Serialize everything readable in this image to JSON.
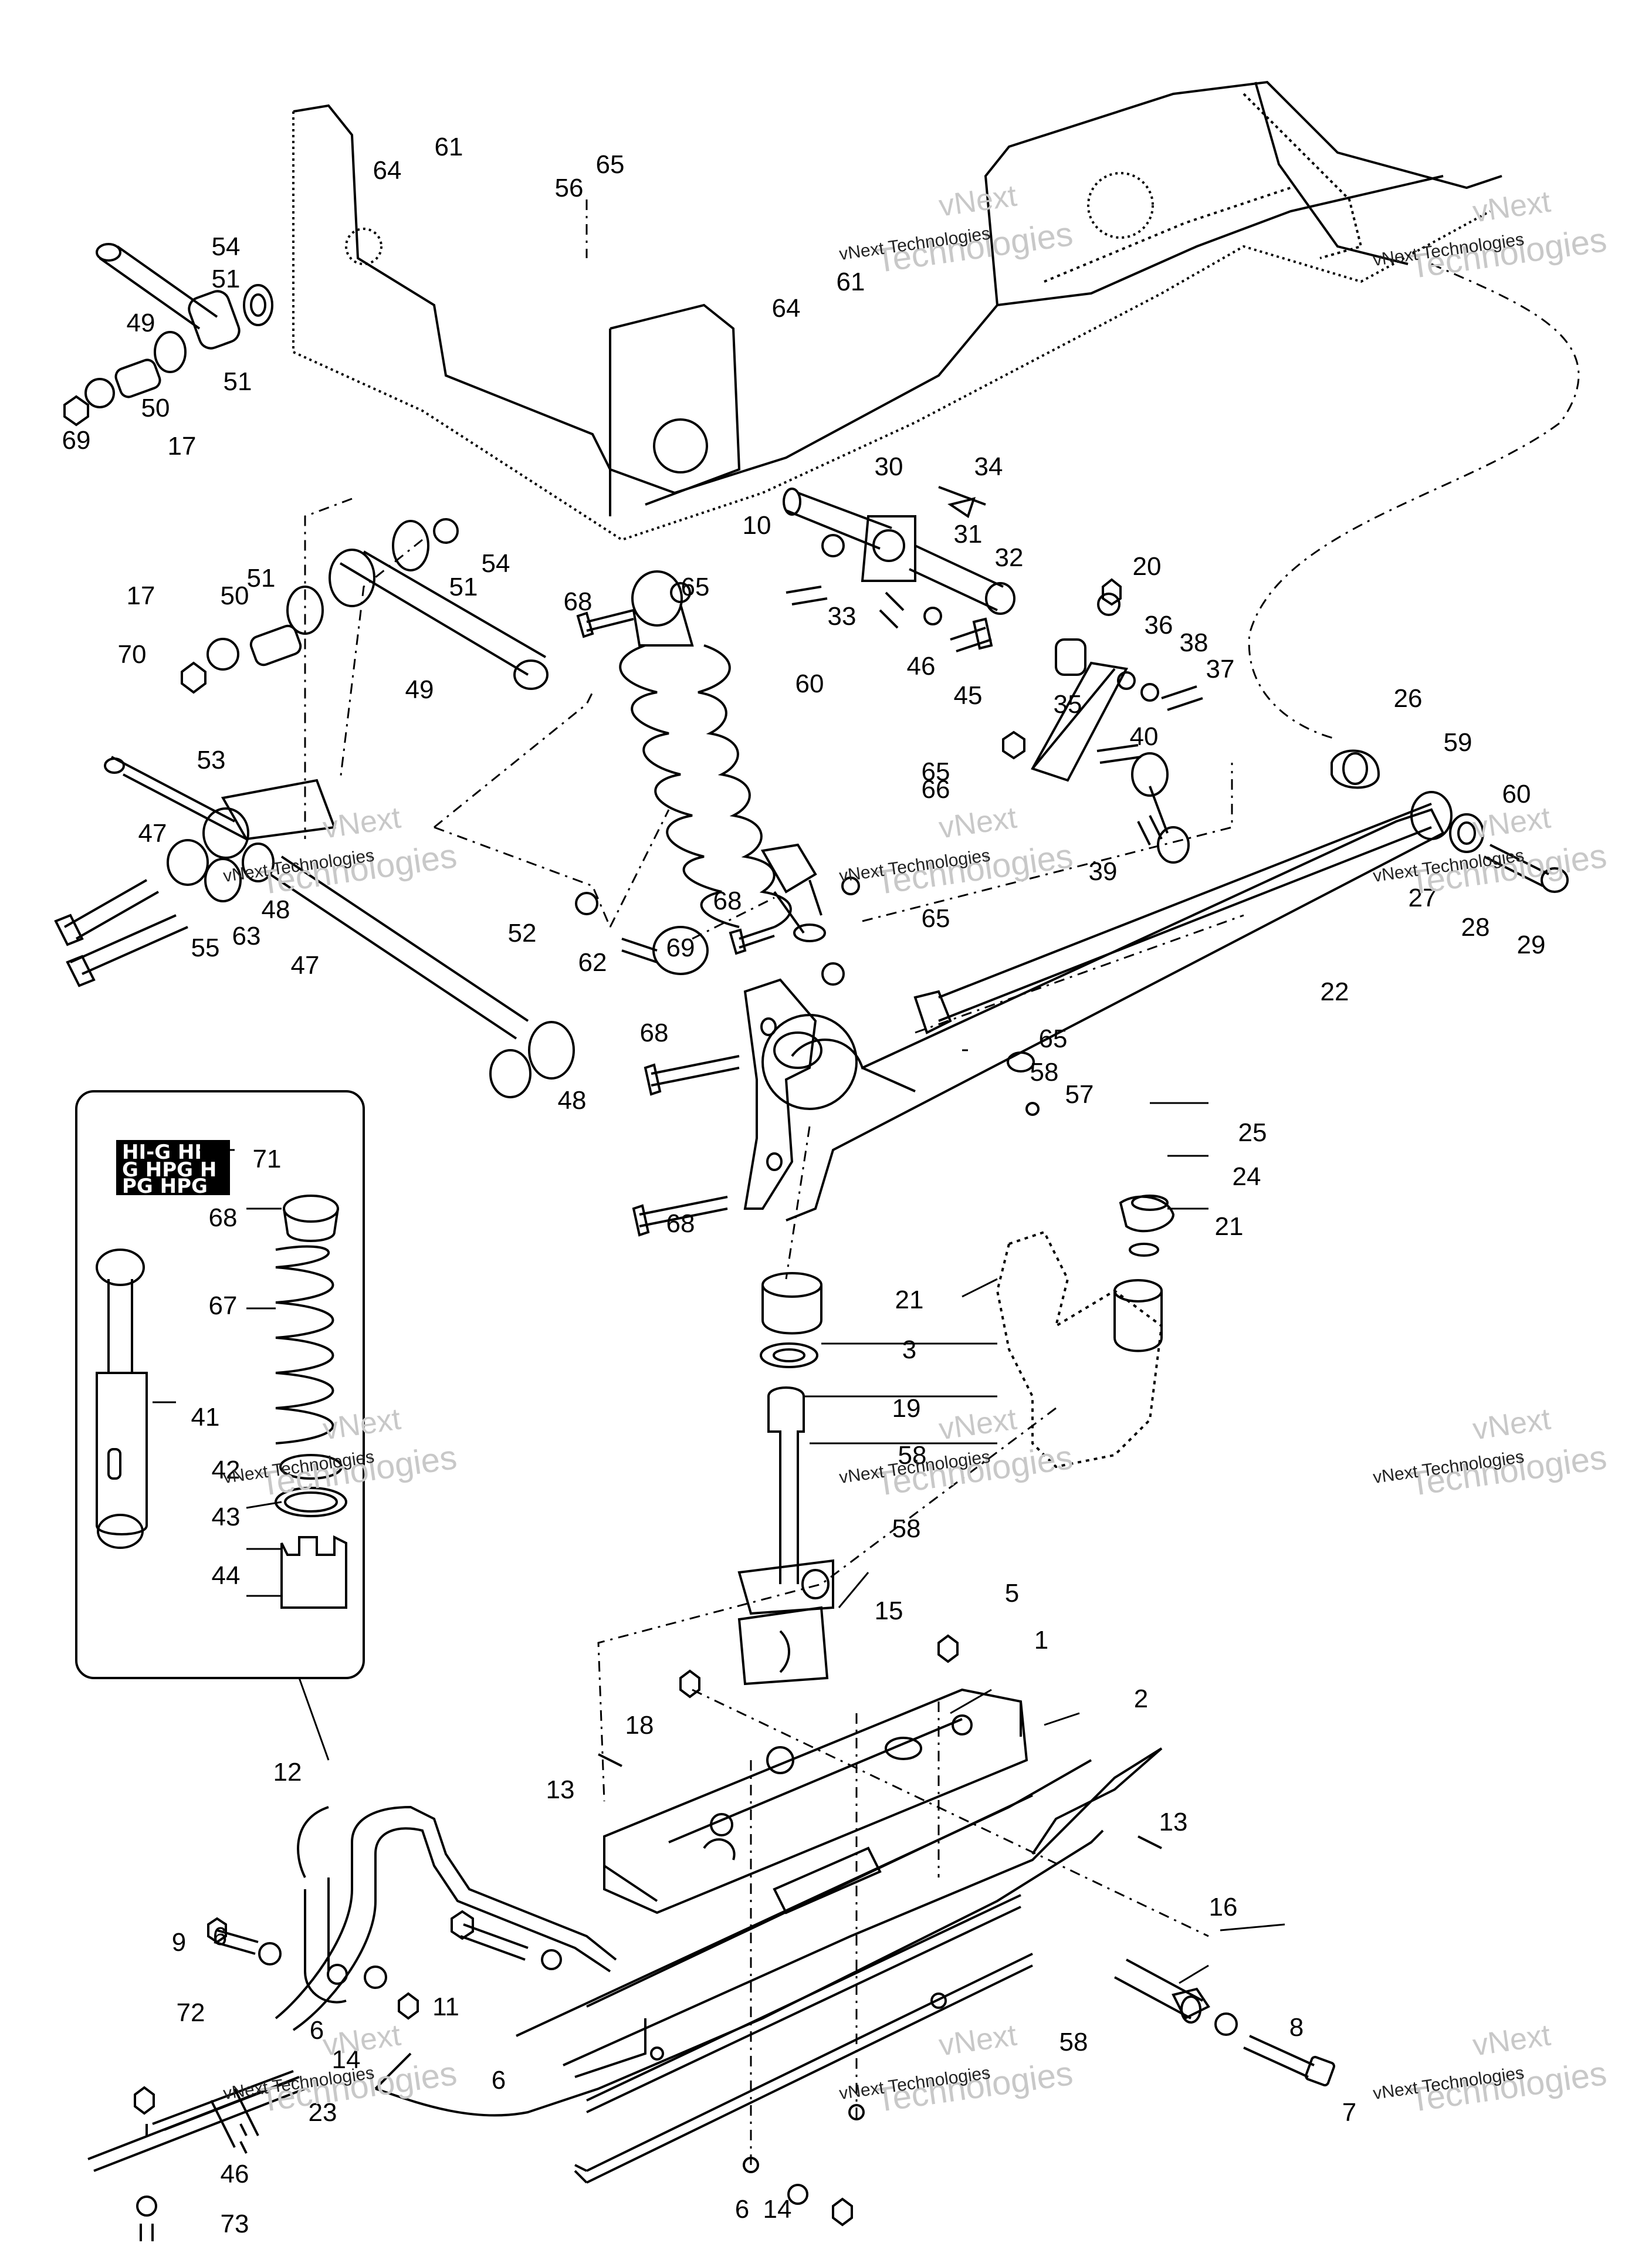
{
  "diagram": {
    "callouts": [
      {
        "label": "1"
      },
      {
        "label": "2"
      },
      {
        "label": "3"
      },
      {
        "label": "5"
      },
      {
        "label": "6"
      },
      {
        "label": "6"
      },
      {
        "label": "6"
      },
      {
        "label": "6"
      },
      {
        "label": "7"
      },
      {
        "label": "8"
      },
      {
        "label": "9"
      },
      {
        "label": "10"
      },
      {
        "label": "11"
      },
      {
        "label": "12"
      },
      {
        "label": "13"
      },
      {
        "label": "13"
      },
      {
        "label": "14"
      },
      {
        "label": "14"
      },
      {
        "label": "15"
      },
      {
        "label": "16"
      },
      {
        "label": "17"
      },
      {
        "label": "17"
      },
      {
        "label": "18"
      },
      {
        "label": "19"
      },
      {
        "label": "20"
      },
      {
        "label": "21"
      },
      {
        "label": "21"
      },
      {
        "label": "22"
      },
      {
        "label": "23"
      },
      {
        "label": "24"
      },
      {
        "label": "25"
      },
      {
        "label": "26"
      },
      {
        "label": "27"
      },
      {
        "label": "28"
      },
      {
        "label": "29"
      },
      {
        "label": "30"
      },
      {
        "label": "31"
      },
      {
        "label": "32"
      },
      {
        "label": "33"
      },
      {
        "label": "34"
      },
      {
        "label": "35"
      },
      {
        "label": "36"
      },
      {
        "label": "37"
      },
      {
        "label": "38"
      },
      {
        "label": "39"
      },
      {
        "label": "40"
      },
      {
        "label": "41"
      },
      {
        "label": "42"
      },
      {
        "label": "43"
      },
      {
        "label": "44"
      },
      {
        "label": "45"
      },
      {
        "label": "46"
      },
      {
        "label": "46"
      },
      {
        "label": "47"
      },
      {
        "label": "47"
      },
      {
        "label": "48"
      },
      {
        "label": "48"
      },
      {
        "label": "49"
      },
      {
        "label": "49"
      },
      {
        "label": "50"
      },
      {
        "label": "50"
      },
      {
        "label": "51"
      },
      {
        "label": "51"
      },
      {
        "label": "51"
      },
      {
        "label": "51"
      },
      {
        "label": "52"
      },
      {
        "label": "53"
      },
      {
        "label": "54"
      },
      {
        "label": "54"
      },
      {
        "label": "55"
      },
      {
        "label": "56"
      },
      {
        "label": "57"
      },
      {
        "label": "58"
      },
      {
        "label": "58"
      },
      {
        "label": "58"
      },
      {
        "label": "58"
      },
      {
        "label": "59"
      },
      {
        "label": "60"
      },
      {
        "label": "60"
      },
      {
        "label": "61"
      },
      {
        "label": "61"
      },
      {
        "label": "62"
      },
      {
        "label": "63"
      },
      {
        "label": "64"
      },
      {
        "label": "64"
      },
      {
        "label": "65"
      },
      {
        "label": "65"
      },
      {
        "label": "65"
      },
      {
        "label": "65"
      },
      {
        "label": "65"
      },
      {
        "label": "66"
      },
      {
        "label": "67"
      },
      {
        "label": "68"
      },
      {
        "label": "68"
      },
      {
        "label": "68"
      },
      {
        "label": "68"
      },
      {
        "label": "68"
      },
      {
        "label": "69"
      },
      {
        "label": "69"
      },
      {
        "label": "70"
      },
      {
        "label": "71"
      },
      {
        "label": "72"
      },
      {
        "label": "73"
      }
    ],
    "watermark": {
      "line1": "vNext",
      "line2": "Technologies",
      "small": "vNext Technologies"
    },
    "kit_label": {
      "row1": "HI-G HI",
      "row2": "G HPG H",
      "row3": "PG HPG"
    }
  }
}
